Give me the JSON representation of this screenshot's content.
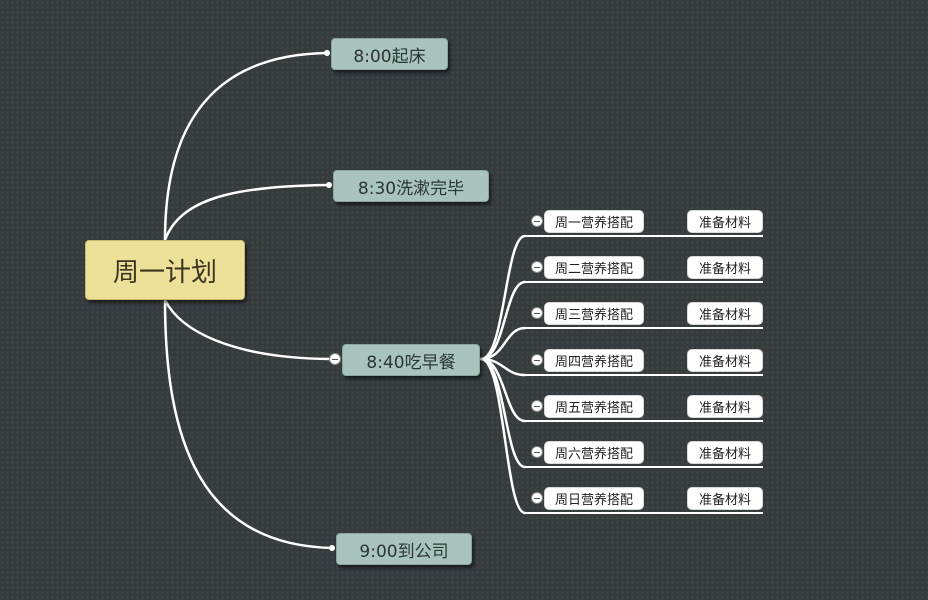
{
  "root": {
    "label": "周一计划"
  },
  "branches": [
    {
      "label": "8:00起床"
    },
    {
      "label": "8:30洗漱完毕"
    },
    {
      "label": "8:40吃早餐"
    },
    {
      "label": "9:00到公司"
    }
  ],
  "breakfast_children": [
    {
      "label": "周一营养搭配",
      "child": "准备材料"
    },
    {
      "label": "周二营养搭配",
      "child": "准备材料"
    },
    {
      "label": "周三营养搭配",
      "child": "准备材料"
    },
    {
      "label": "周四营养搭配",
      "child": "准备材料"
    },
    {
      "label": "周五营养搭配",
      "child": "准备材料"
    },
    {
      "label": "周六营养搭配",
      "child": "准备材料"
    },
    {
      "label": "周日营养搭配",
      "child": "准备材料"
    }
  ],
  "colors": {
    "background": "#363b3e",
    "root_fill": "#ede199",
    "branch_fill": "#a8c4bd",
    "leaf_fill": "#ffffff",
    "connector": "#ffffff"
  }
}
